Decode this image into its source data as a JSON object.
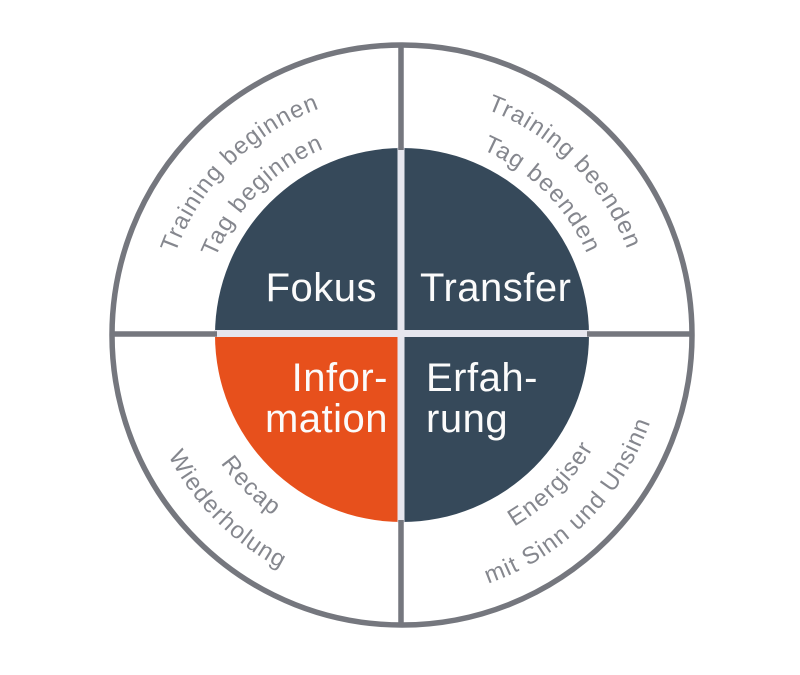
{
  "diagram": {
    "type": "quadrant-cycle",
    "colors": {
      "quadrant_dark": "#36495A",
      "quadrant_orange": "#E7501C",
      "ring_stroke": "#75777E",
      "ring_text": "#85878E",
      "divider_light": "#E6E6EE",
      "label_text": "#FBFBFB"
    },
    "quadrants": [
      {
        "position": "top-left",
        "label_lines": [
          "Fokus"
        ],
        "ring_text_outer": "Training beginnen",
        "ring_text_inner": "Tag beginnen",
        "color": "#36495A"
      },
      {
        "position": "top-right",
        "label_lines": [
          "Transfer"
        ],
        "ring_text_outer": "Training beenden",
        "ring_text_inner": "Tag beenden",
        "color": "#36495A"
      },
      {
        "position": "bottom-left",
        "label_lines": [
          "Infor-",
          "mation"
        ],
        "ring_text_outer": "Wiederholung",
        "ring_text_inner": "Recap",
        "color": "#E7501C"
      },
      {
        "position": "bottom-right",
        "label_lines": [
          "Erfah-",
          "rung"
        ],
        "ring_text_outer": "mit Sinn und Unsinn",
        "ring_text_inner": "Energiser",
        "color": "#36495A"
      }
    ]
  }
}
